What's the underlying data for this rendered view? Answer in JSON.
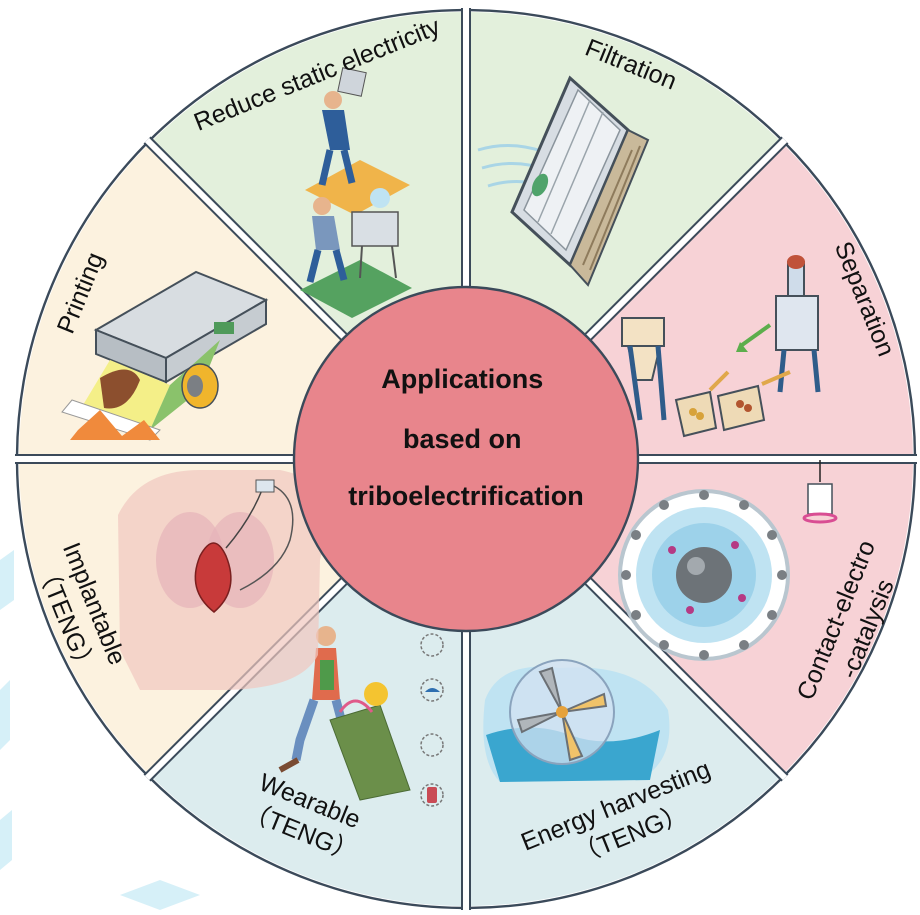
{
  "center": {
    "lines": [
      "Applications",
      "based on",
      "triboelectrification"
    ],
    "fill": "#e8858c"
  },
  "colors": {
    "green": "#e3f0dc",
    "pink": "#f7d2d6",
    "cream": "#fcf2df",
    "blue": "#dcecee",
    "outline": "#3b4a5a"
  },
  "segments": [
    {
      "id": "filtration",
      "fill": "#e3f0dc",
      "icon": "air-filter-icon",
      "lines": [
        "Filtration"
      ]
    },
    {
      "id": "separation",
      "fill": "#f7d2d6",
      "icon": "material-separator-icon",
      "lines": [
        "Separation"
      ]
    },
    {
      "id": "catalysis",
      "fill": "#f7d2d6",
      "icon": "catalysis-particle-icon",
      "lines": [
        "Contact-electro",
        "-catalysis"
      ]
    },
    {
      "id": "energy",
      "fill": "#dcecee",
      "icon": "wave-energy-sphere-icon",
      "lines": [
        "Energy harvesting",
        "（TENG）"
      ]
    },
    {
      "id": "wearable",
      "fill": "#dcecee",
      "icon": "wearable-person-icon",
      "lines": [
        "Wearable",
        "（TENG）"
      ]
    },
    {
      "id": "implantable",
      "fill": "#fcf2df",
      "icon": "implant-heart-icon",
      "lines": [
        "Implantable",
        "（TENG）"
      ]
    },
    {
      "id": "printing",
      "fill": "#fcf2df",
      "icon": "printer-icon",
      "lines": [
        "Printing"
      ]
    },
    {
      "id": "static",
      "fill": "#e3f0dc",
      "icon": "static-worker-icon",
      "lines": [
        "Reduce static electricity"
      ]
    }
  ]
}
